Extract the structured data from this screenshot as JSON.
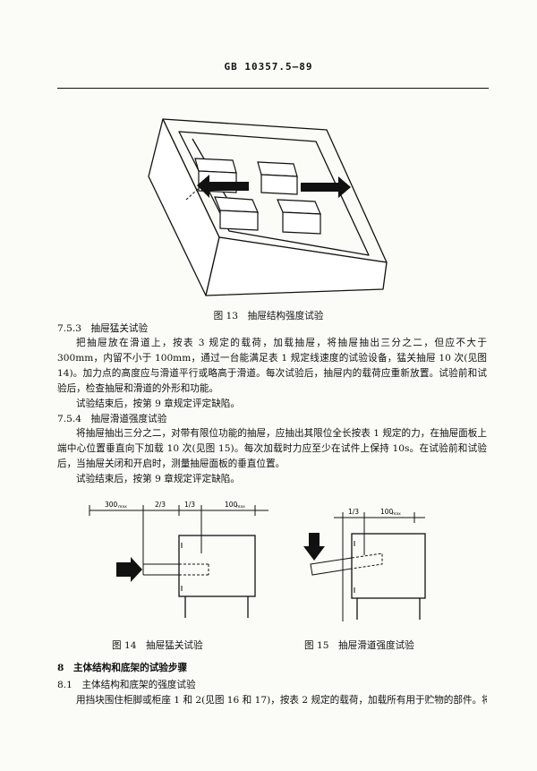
{
  "header": {
    "standard_no": "GB 10357.5—89"
  },
  "figures": {
    "fig13": {
      "caption": "图 13　抽屉结构强度试验"
    },
    "fig14": {
      "caption": "图 14　抽屉猛关试验",
      "dim_300": "300",
      "dim_300_sub": "max",
      "dim_two_thirds": "2/3",
      "dim_one_third": "1/3",
      "dim_100": "100",
      "dim_100_sub": "max"
    },
    "fig15": {
      "caption": "图 15　抽屉滑道强度试验",
      "dim_one_third": "1/3",
      "dim_100": "100",
      "dim_100_sub": "max"
    }
  },
  "sections": {
    "s753": {
      "title": "7.5.3　抽屉猛关试验",
      "para1": "把抽屉放在滑道上，按表 3 规定的载荷，加载抽屉，将抽屉抽出三分之二，但应不大于 300mm，内留不小于 100mm，通过一台能满足表 1 规定线速度的试验设备，猛关抽屉 10 次(见图 14)。加力点的高度应与滑道平行或略高于滑道。每次试验后，抽屉内的载荷应重新放置。试验前和试验后，检查抽屉和滑道的外形和功能。",
      "para2": "试验结束后，按第 9 章规定评定缺陷。"
    },
    "s754": {
      "title": "7.5.4　抽屉滑道强度试验",
      "para1": "将抽屉抽出三分之二，对带有限位功能的抽屉，应抽出其限位全长按表 1 规定的力，在抽屉面板上端中心位置垂直向下加载 10 次(见图 15)。每次加载时力应至少在试件上保持 10s。在试验前和试验后，当抽屉关闭和开启时，测量抽屉面板的垂直位置。",
      "para2": "试验结束后，按第 9 章规定评定缺陷。"
    },
    "s8": {
      "title": "8　主体结构和底架的试验步骤"
    },
    "s81": {
      "title": "8.1　主体结构和底架的强度试验",
      "para1": "用挡块围住柜脚或柜座 1 和 2(见图 16 和 17)，按表 2 规定的载荷，加载所有用于贮物的部件。将抽"
    }
  }
}
